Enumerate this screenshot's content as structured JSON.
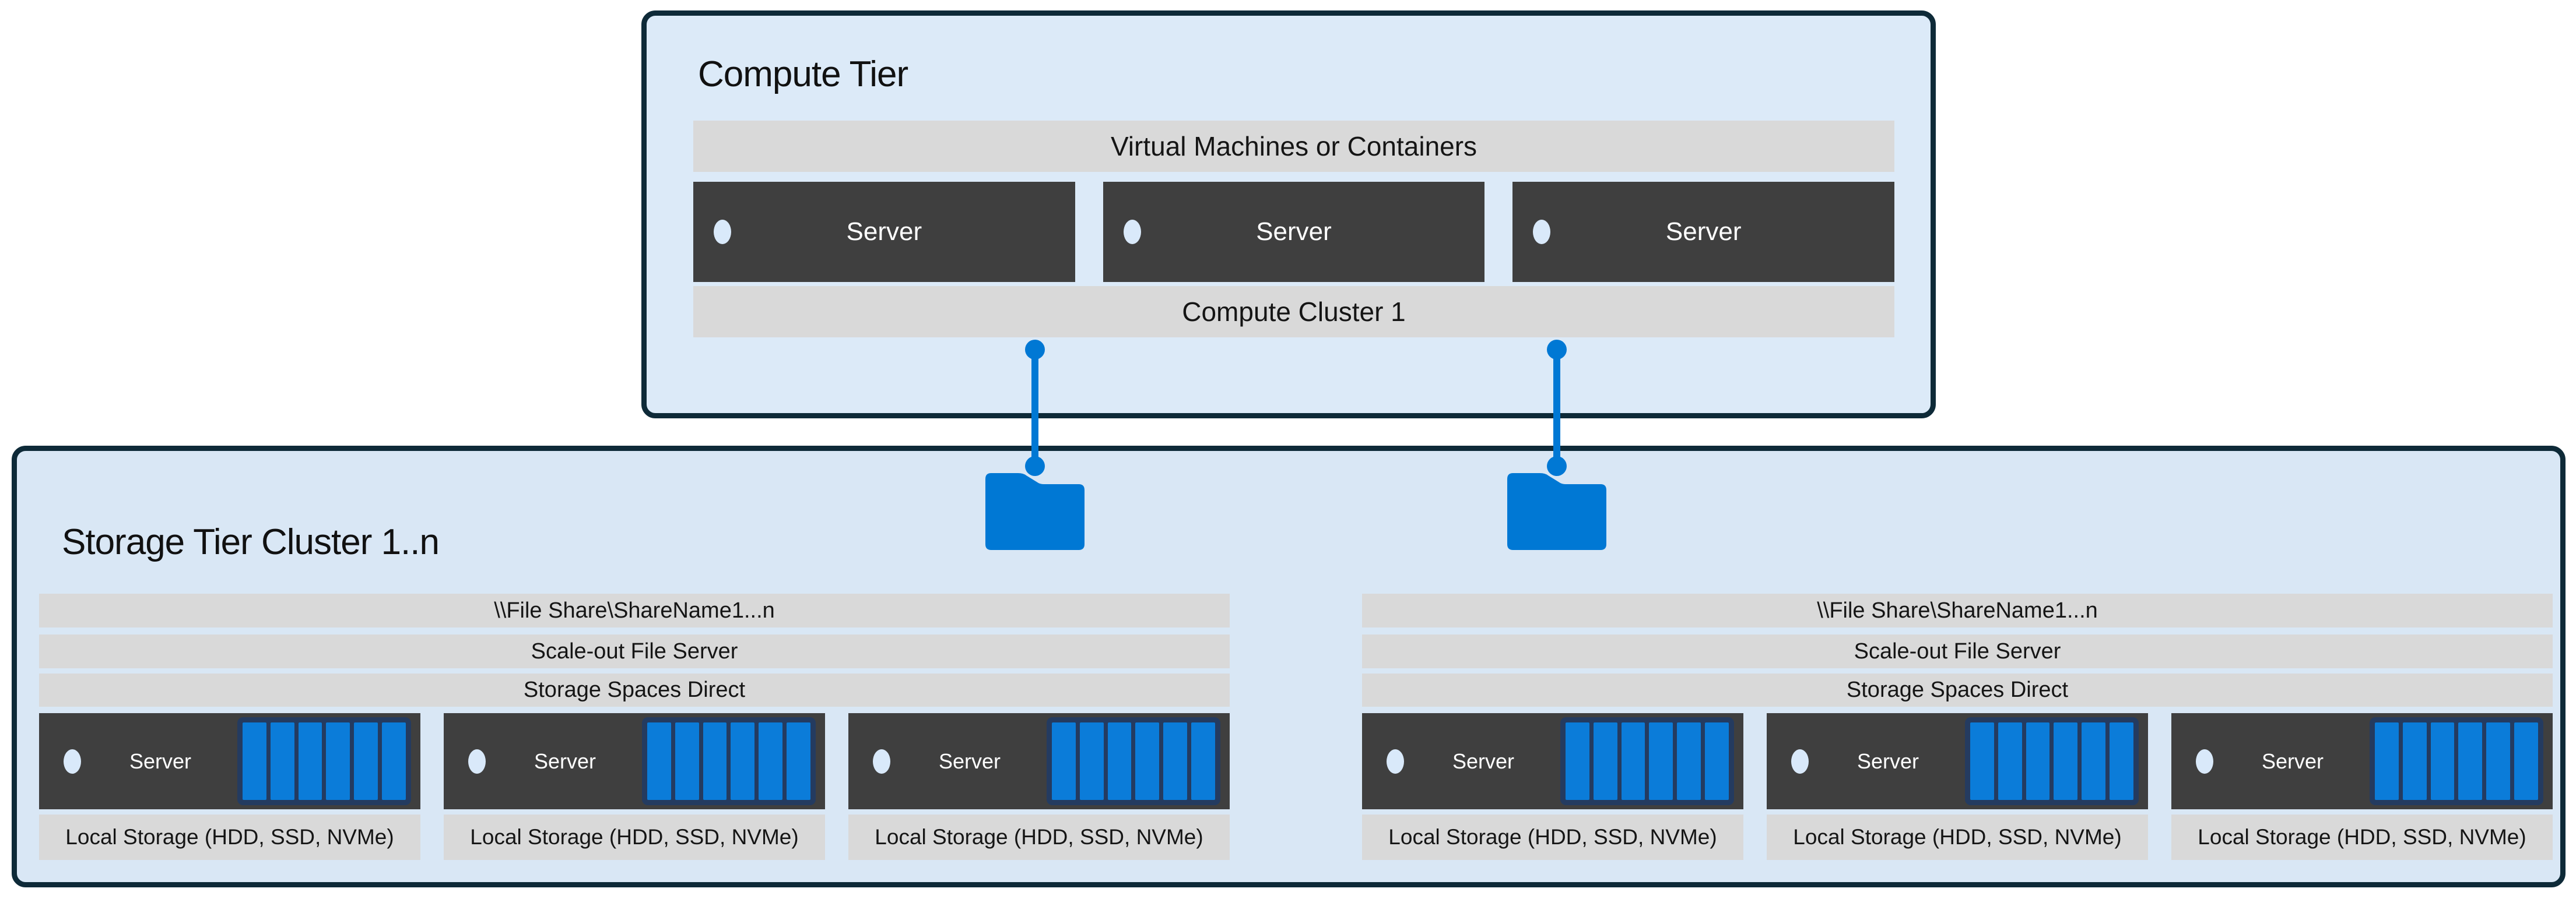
{
  "compute_tier": {
    "title": "Compute Tier",
    "vm_bar": "Virtual Machines or Containers",
    "cluster_bar": "Compute Cluster 1",
    "servers": [
      {
        "label": "Server"
      },
      {
        "label": "Server"
      },
      {
        "label": "Server"
      }
    ]
  },
  "storage_tier": {
    "title": "Storage Tier Cluster 1..n",
    "clusters": [
      {
        "file_share": "\\\\File Share\\ShareName1...n",
        "scale_out": "Scale-out File Server",
        "s2d": "Storage Spaces Direct",
        "servers": [
          {
            "label": "Server",
            "local": "Local Storage (HDD, SSD, NVMe)"
          },
          {
            "label": "Server",
            "local": "Local Storage (HDD, SSD, NVMe)"
          },
          {
            "label": "Server",
            "local": "Local Storage (HDD, SSD, NVMe)"
          }
        ]
      },
      {
        "file_share": "\\\\File Share\\ShareName1...n",
        "scale_out": "Scale-out File Server",
        "s2d": "Storage Spaces Direct",
        "servers": [
          {
            "label": "Server",
            "local": "Local Storage (HDD, SSD, NVMe)"
          },
          {
            "label": "Server",
            "local": "Local Storage (HDD, SSD, NVMe)"
          },
          {
            "label": "Server",
            "local": "Local Storage (HDD, SSD, NVMe)"
          }
        ]
      }
    ]
  },
  "icons": {
    "folder": "folder-icon",
    "server_led": "status-led-icon",
    "disk_array": "disk-array-icon",
    "connector": "connector-line"
  },
  "colors": {
    "accent_blue": "#0078D4",
    "disk_blue": "#0B7CD9",
    "disk_frame_navy": "#243B60",
    "box_border_navy": "#0E2A38",
    "panel_light_blue": "#DCEAF8",
    "bar_gray": "#D9D9D9",
    "server_dark_gray": "#3F3F3F"
  }
}
